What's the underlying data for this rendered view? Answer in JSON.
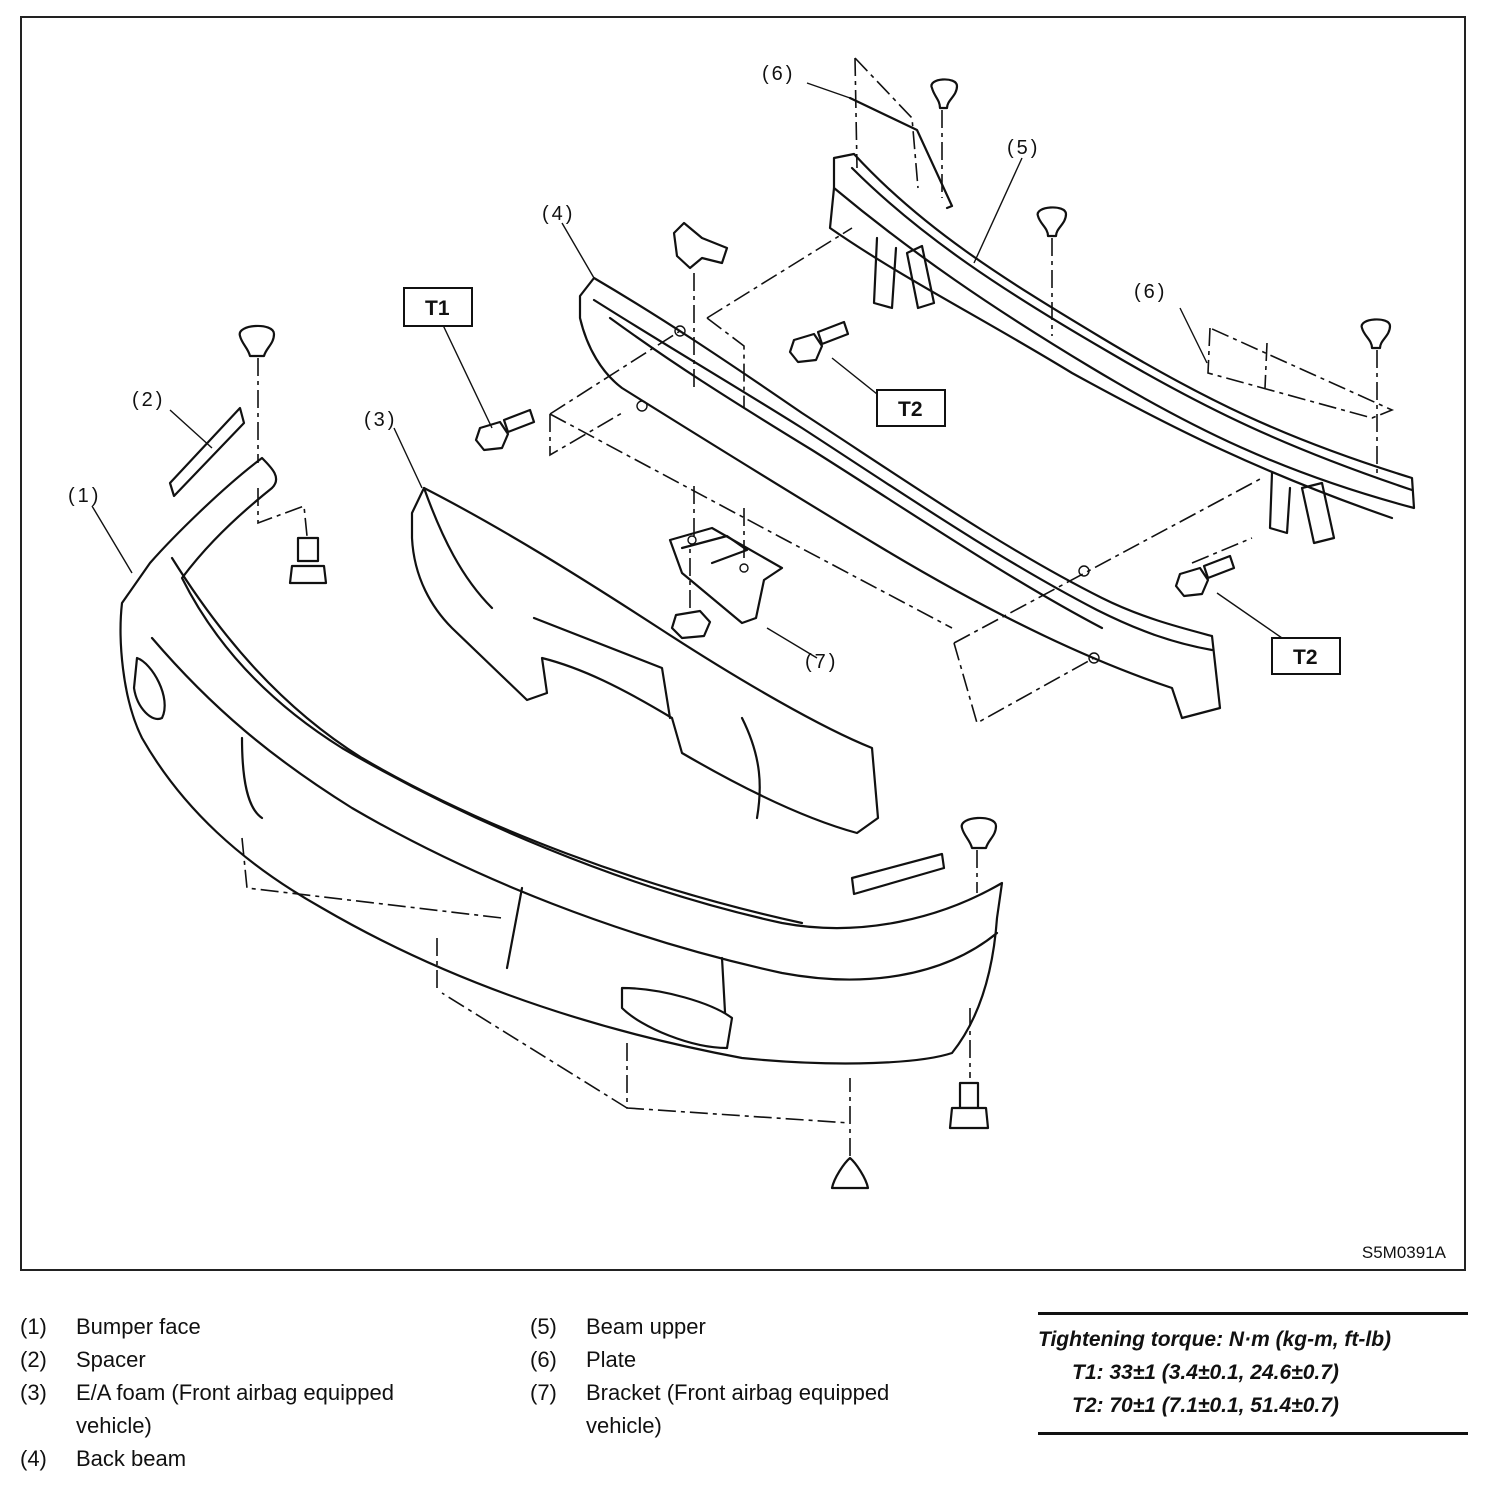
{
  "diagram": {
    "callouts": {
      "c1": "(1)",
      "c2": "(2)",
      "c3": "(3)",
      "c4": "(4)",
      "c5": "(5)",
      "c6a": "(6)",
      "c6b": "(6)",
      "c7": "(7)"
    },
    "torque_labels": {
      "t1": "T1",
      "t2a": "T2",
      "t2b": "T2"
    },
    "figure_id": "S5M0391A"
  },
  "legend": {
    "col1": [
      {
        "num": "(1)",
        "text": "Bumper face"
      },
      {
        "num": "(2)",
        "text": "Spacer"
      },
      {
        "num": "(3)",
        "text": "E/A foam (Front airbag equipped"
      },
      {
        "num": "",
        "text": "vehicle)"
      },
      {
        "num": "(4)",
        "text": "Back beam"
      }
    ],
    "col2": [
      {
        "num": "(5)",
        "text": "Beam upper"
      },
      {
        "num": "(6)",
        "text": "Plate"
      },
      {
        "num": "(7)",
        "text": "Bracket (Front airbag equipped"
      },
      {
        "num": "",
        "text": "vehicle)"
      }
    ]
  },
  "torque": {
    "heading": "Tightening torque: N·m (kg-m, ft-lb)",
    "t1": "T1: 33±1 (3.4±0.1, 24.6±0.7)",
    "t2": "T2: 70±1 (7.1±0.1, 51.4±0.7)"
  }
}
